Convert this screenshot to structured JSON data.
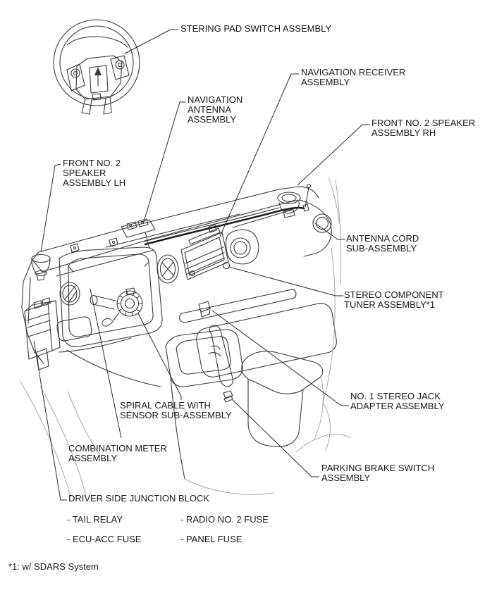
{
  "diagram": {
    "title_semantic": "audio system parts location diagram",
    "background_color": "#ffffff",
    "line_color": "#3a3a3a",
    "text_color": "#1a1a1a"
  },
  "labels": {
    "steering_pad": {
      "lines": [
        "STERING PAD SWITCH ASSEMBLY"
      ]
    },
    "nav_receiver": {
      "lines": [
        "NAVIGATION RECEIVER",
        "ASSEMBLY"
      ]
    },
    "nav_antenna": {
      "lines": [
        "NAVIGATION",
        "ANTENNA",
        "ASSEMBLY"
      ]
    },
    "front_speaker_rh": {
      "lines": [
        "FRONT NO. 2 SPEAKER",
        "ASSEMBLY RH"
      ]
    },
    "front_speaker_lh": {
      "lines": [
        "FRONT NO. 2",
        "SPEAKER",
        "ASSEMBLY LH"
      ]
    },
    "antenna_cord": {
      "lines": [
        "ANTENNA CORD",
        "SUB-ASSEMBLY"
      ]
    },
    "stereo_tuner": {
      "lines": [
        "STEREO COMPONENT",
        "TUNER ASSEMBLY*1"
      ]
    },
    "stereo_jack": {
      "lines": [
        "NO. 1 STEREO JACK",
        "ADAPTER ASSEMBLY"
      ]
    },
    "parking_brake": {
      "lines": [
        "PARKING BRAKE SWITCH",
        "ASSEMBLY"
      ]
    },
    "spiral_cable": {
      "lines": [
        "SPIRAL CABLE WITH",
        "SENSOR SUB-ASSEMBLY"
      ]
    },
    "combination_meter": {
      "lines": [
        "COMBINATION METER",
        "ASSEMBLY"
      ]
    },
    "junction_block": {
      "lines": [
        "DRIVER SIDE JUNCTION BLOCK"
      ]
    },
    "junction_block_items": [
      "- TAIL RELAY",
      "- ECU-ACC FUSE",
      "- RADIO NO. 2 FUSE",
      "- PANEL FUSE"
    ],
    "footnote": "*1: w/ SDARS System"
  }
}
